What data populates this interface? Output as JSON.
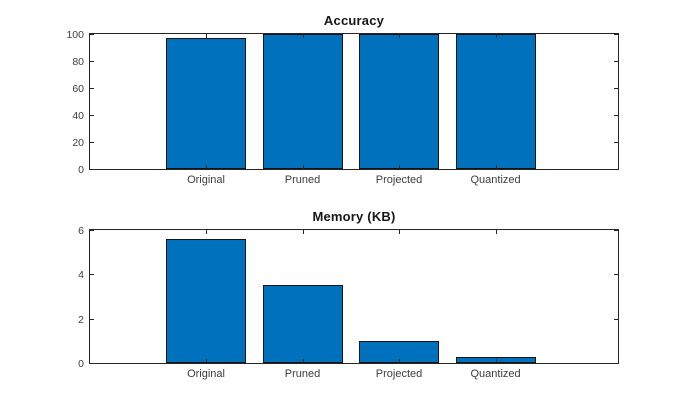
{
  "figure": {
    "background": "#ffffff"
  },
  "colors": {
    "bar_fill": "#0072BD",
    "bar_edge": "#141414",
    "axis": "#262626",
    "tick_label": "#3d3d3d",
    "title": "#171717"
  },
  "chart_data": [
    {
      "type": "bar",
      "title": "Accuracy",
      "categories": [
        "Original",
        "Pruned",
        "Projected",
        "Quantized"
      ],
      "values": [
        97,
        100,
        100,
        100
      ],
      "xlabel": "",
      "ylabel": "",
      "ylim": [
        0,
        100
      ],
      "yticks": [
        0,
        20,
        40,
        60,
        80,
        100
      ],
      "grid": false,
      "box": true,
      "legend": "none",
      "tick_direction": "in"
    },
    {
      "type": "bar",
      "title": "Memory (KB)",
      "categories": [
        "Original",
        "Pruned",
        "Projected",
        "Quantized"
      ],
      "values": [
        5.6,
        3.5,
        1.0,
        0.25
      ],
      "xlabel": "",
      "ylabel": "",
      "ylim": [
        0,
        6
      ],
      "yticks": [
        0,
        2,
        4,
        6
      ],
      "grid": false,
      "box": true,
      "legend": "none",
      "tick_direction": "in"
    }
  ]
}
